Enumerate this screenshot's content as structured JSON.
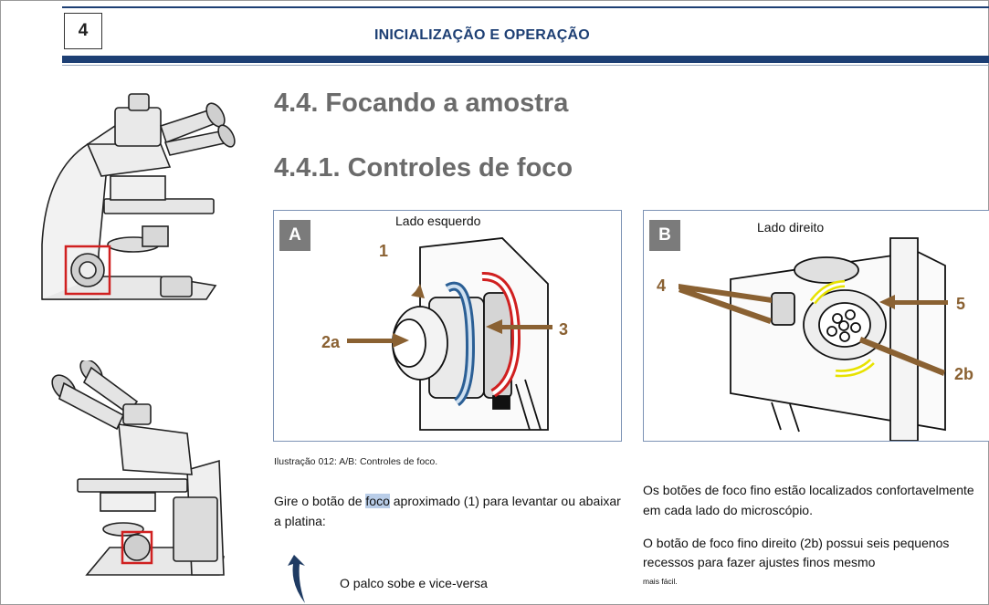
{
  "header": {
    "chapter_number": "4",
    "chapter_title": "INICIALIZAÇÃO E OPERAÇÃO",
    "accent_color": "#1d3f74"
  },
  "headings": {
    "section": "4.4. Focando a amostra",
    "subsection": "4.4.1. Controles de foco"
  },
  "figure_a": {
    "letter": "A",
    "side_label": "Lado esquerdo",
    "callouts": [
      "1",
      "2a",
      "3"
    ]
  },
  "figure_b": {
    "letter": "B",
    "side_label": "Lado direito",
    "callouts": [
      "4",
      "5",
      "2b"
    ]
  },
  "caption": "Ilustração 012: A/B: Controles de foco.",
  "left_paragraph": {
    "before": "Gire o botão de ",
    "highlight": "foco",
    "after": " aproximado (1) para levantar ou abaixar a platina:"
  },
  "stage_note": "O palco sobe e vice-versa",
  "right_paragraph_1": "Os botões de foco fino estão localizados confortavelmente em cada lado do microscópio.",
  "right_paragraph_2_line1": "O botão de foco fino direito (2b) possui seis pequenos",
  "right_paragraph_2_line2": "recessos para fazer ajustes finos mesmo",
  "small_note": "mais fácil.",
  "icons": [
    "microscope-front-illustration",
    "microscope-back-illustration",
    "curved-arrow-icon",
    "blue-rotation-arrow-icon",
    "red-rotation-arrow-icon",
    "yellow-rotation-arrow-icon"
  ]
}
